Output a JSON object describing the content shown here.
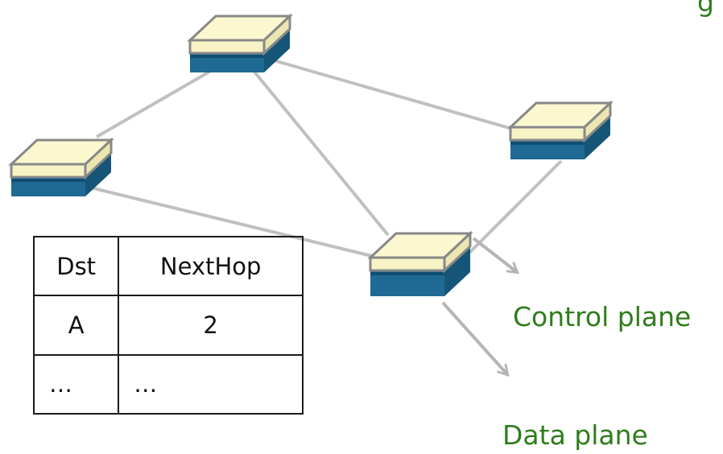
{
  "labels": {
    "control_plane": "Control plane",
    "data_plane": "Data plane",
    "top_right_partial": "g"
  },
  "routing_table": {
    "headers": [
      "Dst",
      "NextHop"
    ],
    "rows": [
      [
        "A",
        "2"
      ],
      [
        "…",
        "…"
      ]
    ]
  },
  "colors": {
    "label_green": "#2f7d1c",
    "switch_top": "#f7f3c4",
    "switch_body": "#1e6a95",
    "link_gray": "#bdbdbd"
  }
}
